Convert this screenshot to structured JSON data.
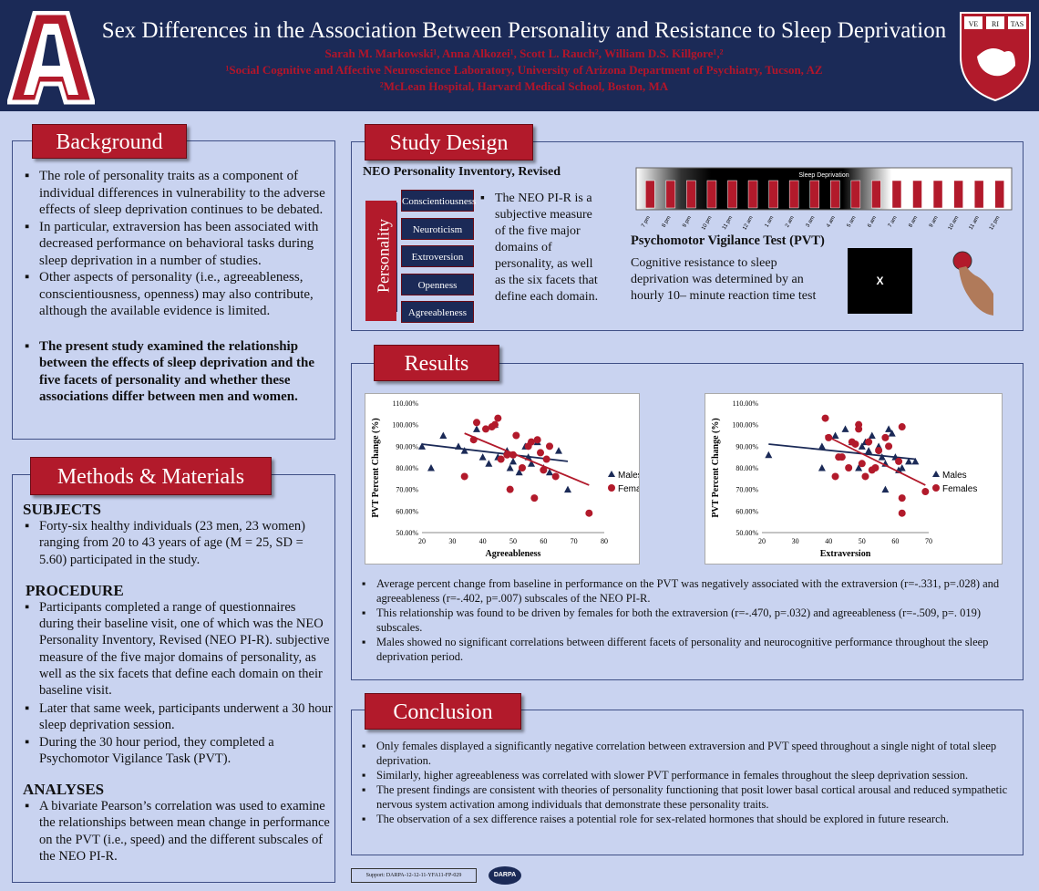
{
  "header": {
    "title": "Sex Differences in the Association Between Personality and Resistance to Sleep Deprivation",
    "authors": "Sarah M. Markowski¹, Anna Alkozei¹, Scott L. Rauch², William D.S. Killgore¹,²",
    "affil1": "¹Social Cognitive and Affective Neuroscience Laboratory, University of Arizona Department of Psychiatry, Tucson, AZ",
    "affil2": "²McLean Hospital, Harvard Medical School, Boston, MA",
    "logo_letter": "A",
    "shield_letters": [
      "VE",
      "RI",
      "TAS"
    ]
  },
  "background": {
    "title": "Background",
    "bullets": [
      "The role of personality traits as a  component of individual differences in vulnerability to the adverse effects of sleep deprivation continues to be debated.",
      "In particular, extraversion has been associated with decreased performance on behavioral tasks during sleep deprivation in a number of studies.",
      "Other aspects of personality (i.e., agreeableness, conscientiousness, openness) may also contribute, although the available evidence is limited."
    ],
    "bold_bullet": "The present study examined the relationship between the effects of sleep deprivation and the five facets of personality and whether these associations differ between men and women."
  },
  "methods": {
    "title": "Methods & Materials",
    "subjects_head": "SUBJECTS",
    "subjects": [
      "Forty-six healthy individuals (23 men, 23 women) ranging from 20 to 43 years of age (M = 25, SD = 5.60) participated in the study."
    ],
    "procedure_head": "PROCEDURE",
    "procedure": [
      "Participants completed a range of questionnaires during their baseline visit, one of which was the NEO Personality Inventory, Revised (NEO PI-R). subjective measure of the five major domains of personality, as well as the six facets that define each domain on their baseline visit.",
      "Later that same week, participants underwent a 30 hour sleep deprivation session.",
      "During the 30 hour period, they completed a Psychomotor Vigilance Task (PVT)."
    ],
    "analyses_head": "ANALYSES",
    "analyses": [
      "A bivariate Pearson’s correlation was used to examine the relationships between mean change in performance on the PVT (i.e., speed) and the different subscales of the NEO PI-R."
    ]
  },
  "study": {
    "title": "Study Design",
    "neo_head": "NEO Personality Inventory, Revised",
    "personality": "Personality",
    "domains": [
      "Conscientiousness",
      "Neuroticism",
      "Extroversion",
      "Openness",
      "Agreeableness"
    ],
    "neo_text": "The NEO PI-R is a subjective measure of the five major domains of personality, as well as the six facets that define each domain.",
    "timeline_label": "Sleep Deprivation",
    "times": [
      "7 pm",
      "8 pm",
      "9 pm",
      "10 pm",
      "11 pm",
      "12 am",
      "1 am",
      "2 am",
      "3 am",
      "4 am",
      "5 am",
      "6 am",
      "7 am",
      "8 am",
      "9 am",
      "10 am",
      "11 am",
      "12 pm"
    ],
    "pvt_head": "Psychomotor Vigilance Test (PVT)",
    "pvt_text": "Cognitive resistance to sleep deprivation was determined by an hourly 10– minute reaction time test",
    "pvt_screen": "X"
  },
  "results": {
    "title": "Results",
    "bullets": [
      "Average  percent change from baseline in performance on the PVT was negatively associated with the extraversion (r=-.331, p=.028) and agreeableness (r=-.402, p=.007) subscales of the NEO PI-R.",
      "This relationship was found to be driven by females for both the extraversion (r=-.470, p=.032) and agreeableness (r=-.509, p=. 019) subscales.",
      " Males showed no significant correlations between different facets of personality and neurocognitive performance throughout the sleep deprivation period."
    ]
  },
  "conclusion": {
    "title": "Conclusion",
    "bullets": [
      "Only females displayed a significantly negative correlation between extraversion and PVT speed throughout a single night of total sleep deprivation.",
      "Similarly, higher agreeableness was correlated with slower PVT performance in females throughout the sleep deprivation session.",
      "The present findings are consistent with theories of personality functioning that posit lower basal cortical arousal and reduced sympathetic nervous system activation among individuals that demonstrate these personality traits.",
      "The observation of a sex difference raises a potential role for sex-related hormones that should be explored in future research."
    ]
  },
  "footer": {
    "support": "Support: DARPA-12-12-11-YFA11-FP-029",
    "darpa": "DARPA"
  },
  "colors": {
    "navy": "#1b2a57",
    "red": "#b21a2b",
    "panel": "#c9d3f0"
  },
  "chart_data": [
    {
      "type": "scatter",
      "xlabel": "Agreeableness",
      "ylabel": "PVT Percent Change (%)",
      "xlim": [
        20,
        80
      ],
      "ylim": [
        50,
        110
      ],
      "xticks": [
        20,
        30,
        40,
        50,
        60,
        70,
        80
      ],
      "yticks": [
        "50.00%",
        "60.00%",
        "70.00%",
        "80.00%",
        "90.00%",
        "100.00%",
        "110.00%"
      ],
      "series": [
        {
          "name": "Males",
          "marker": "triangle",
          "color": "#1b2a57",
          "points": [
            [
              20,
              90
            ],
            [
              23,
              80
            ],
            [
              27,
              95
            ],
            [
              32,
              90
            ],
            [
              34,
              88
            ],
            [
              38,
              98
            ],
            [
              40,
              85
            ],
            [
              42,
              82
            ],
            [
              44,
              100
            ],
            [
              45,
              85
            ],
            [
              48,
              88
            ],
            [
              49,
              80
            ],
            [
              50,
              83
            ],
            [
              52,
              78
            ],
            [
              54,
              90
            ],
            [
              55,
              85
            ],
            [
              56,
              82
            ],
            [
              58,
              92
            ],
            [
              60,
              80
            ],
            [
              62,
              78
            ],
            [
              65,
              88
            ],
            [
              68,
              70
            ]
          ],
          "trend": [
            [
              20,
              91
            ],
            [
              68,
              83
            ]
          ]
        },
        {
          "name": "Females",
          "marker": "circle",
          "color": "#b21a2b",
          "points": [
            [
              34,
              76
            ],
            [
              37,
              93
            ],
            [
              38,
              101
            ],
            [
              41,
              98
            ],
            [
              43,
              99
            ],
            [
              44,
              100
            ],
            [
              45,
              103
            ],
            [
              46,
              84
            ],
            [
              48,
              86
            ],
            [
              49,
              70
            ],
            [
              50,
              86
            ],
            [
              51,
              95
            ],
            [
              53,
              80
            ],
            [
              55,
              90
            ],
            [
              56,
              92
            ],
            [
              57,
              66
            ],
            [
              58,
              93
            ],
            [
              59,
              87
            ],
            [
              60,
              79
            ],
            [
              61,
              84
            ],
            [
              62,
              90
            ],
            [
              64,
              76
            ],
            [
              75,
              59
            ]
          ],
          "trend": [
            [
              34,
              96
            ],
            [
              75,
              72
            ]
          ]
        }
      ]
    },
    {
      "type": "scatter",
      "xlabel": "Extraversion",
      "ylabel": "PVT Percent Change (%)",
      "xlim": [
        20,
        70
      ],
      "ylim": [
        50,
        110
      ],
      "xticks": [
        20,
        30,
        40,
        50,
        60,
        70
      ],
      "yticks": [
        "50.00%",
        "60.00%",
        "70.00%",
        "80.00%",
        "90.00%",
        "100.00%",
        "110.00%"
      ],
      "series": [
        {
          "name": "Males",
          "marker": "triangle",
          "color": "#1b2a57",
          "points": [
            [
              22,
              86
            ],
            [
              38,
              90
            ],
            [
              38,
              80
            ],
            [
              42,
              95
            ],
            [
              45,
              98
            ],
            [
              47,
              92
            ],
            [
              49,
              80
            ],
            [
              50,
              90
            ],
            [
              51,
              92
            ],
            [
              52,
              88
            ],
            [
              53,
              95
            ],
            [
              55,
              90
            ],
            [
              56,
              85
            ],
            [
              57,
              82
            ],
            [
              57,
              70
            ],
            [
              58,
              98
            ],
            [
              59,
              96
            ],
            [
              60,
              85
            ],
            [
              62,
              80
            ],
            [
              64,
              83
            ],
            [
              66,
              83
            ],
            [
              61,
              79
            ]
          ],
          "trend": [
            [
              22,
              91
            ],
            [
              66,
              84
            ]
          ]
        },
        {
          "name": "Females",
          "marker": "circle",
          "color": "#b21a2b",
          "points": [
            [
              39,
              103
            ],
            [
              40,
              94
            ],
            [
              42,
              76
            ],
            [
              43,
              85
            ],
            [
              44,
              85
            ],
            [
              46,
              80
            ],
            [
              47,
              92
            ],
            [
              48,
              91
            ],
            [
              49,
              100
            ],
            [
              49,
              98
            ],
            [
              50,
              82
            ],
            [
              51,
              76
            ],
            [
              52,
              92
            ],
            [
              53,
              79
            ],
            [
              54,
              80
            ],
            [
              55,
              88
            ],
            [
              57,
              94
            ],
            [
              58,
              90
            ],
            [
              61,
              83
            ],
            [
              62,
              99
            ],
            [
              62,
              66
            ],
            [
              62,
              59
            ],
            [
              69,
              69
            ]
          ],
          "trend": [
            [
              39,
              95
            ],
            [
              69,
              72
            ]
          ]
        }
      ]
    }
  ]
}
